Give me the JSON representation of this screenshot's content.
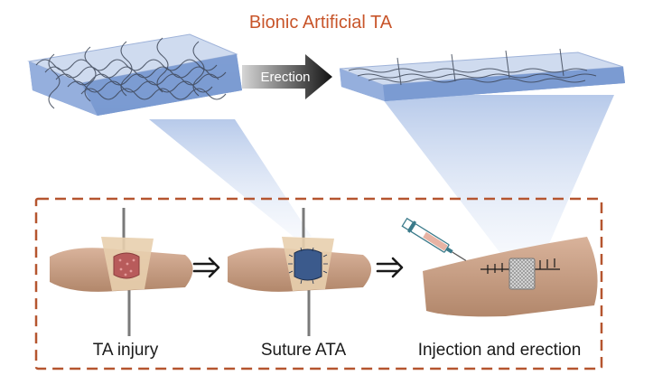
{
  "diagram": {
    "title": "Bionic Artificial TA",
    "transition_label": "Erection",
    "steps": [
      {
        "label": "TA injury"
      },
      {
        "label": "Suture ATA"
      },
      {
        "label": "Injection and erection"
      }
    ],
    "colors": {
      "title": "#c8552a",
      "frame_dash": "#b5552f",
      "scaffold_top": "#c9d6ec",
      "scaffold_side": "#7f9ed4",
      "fiber": "#3d4657",
      "tissue": "#c79a7e",
      "tissue_dark": "#a77a60",
      "beam": "#b9cbea"
    }
  }
}
